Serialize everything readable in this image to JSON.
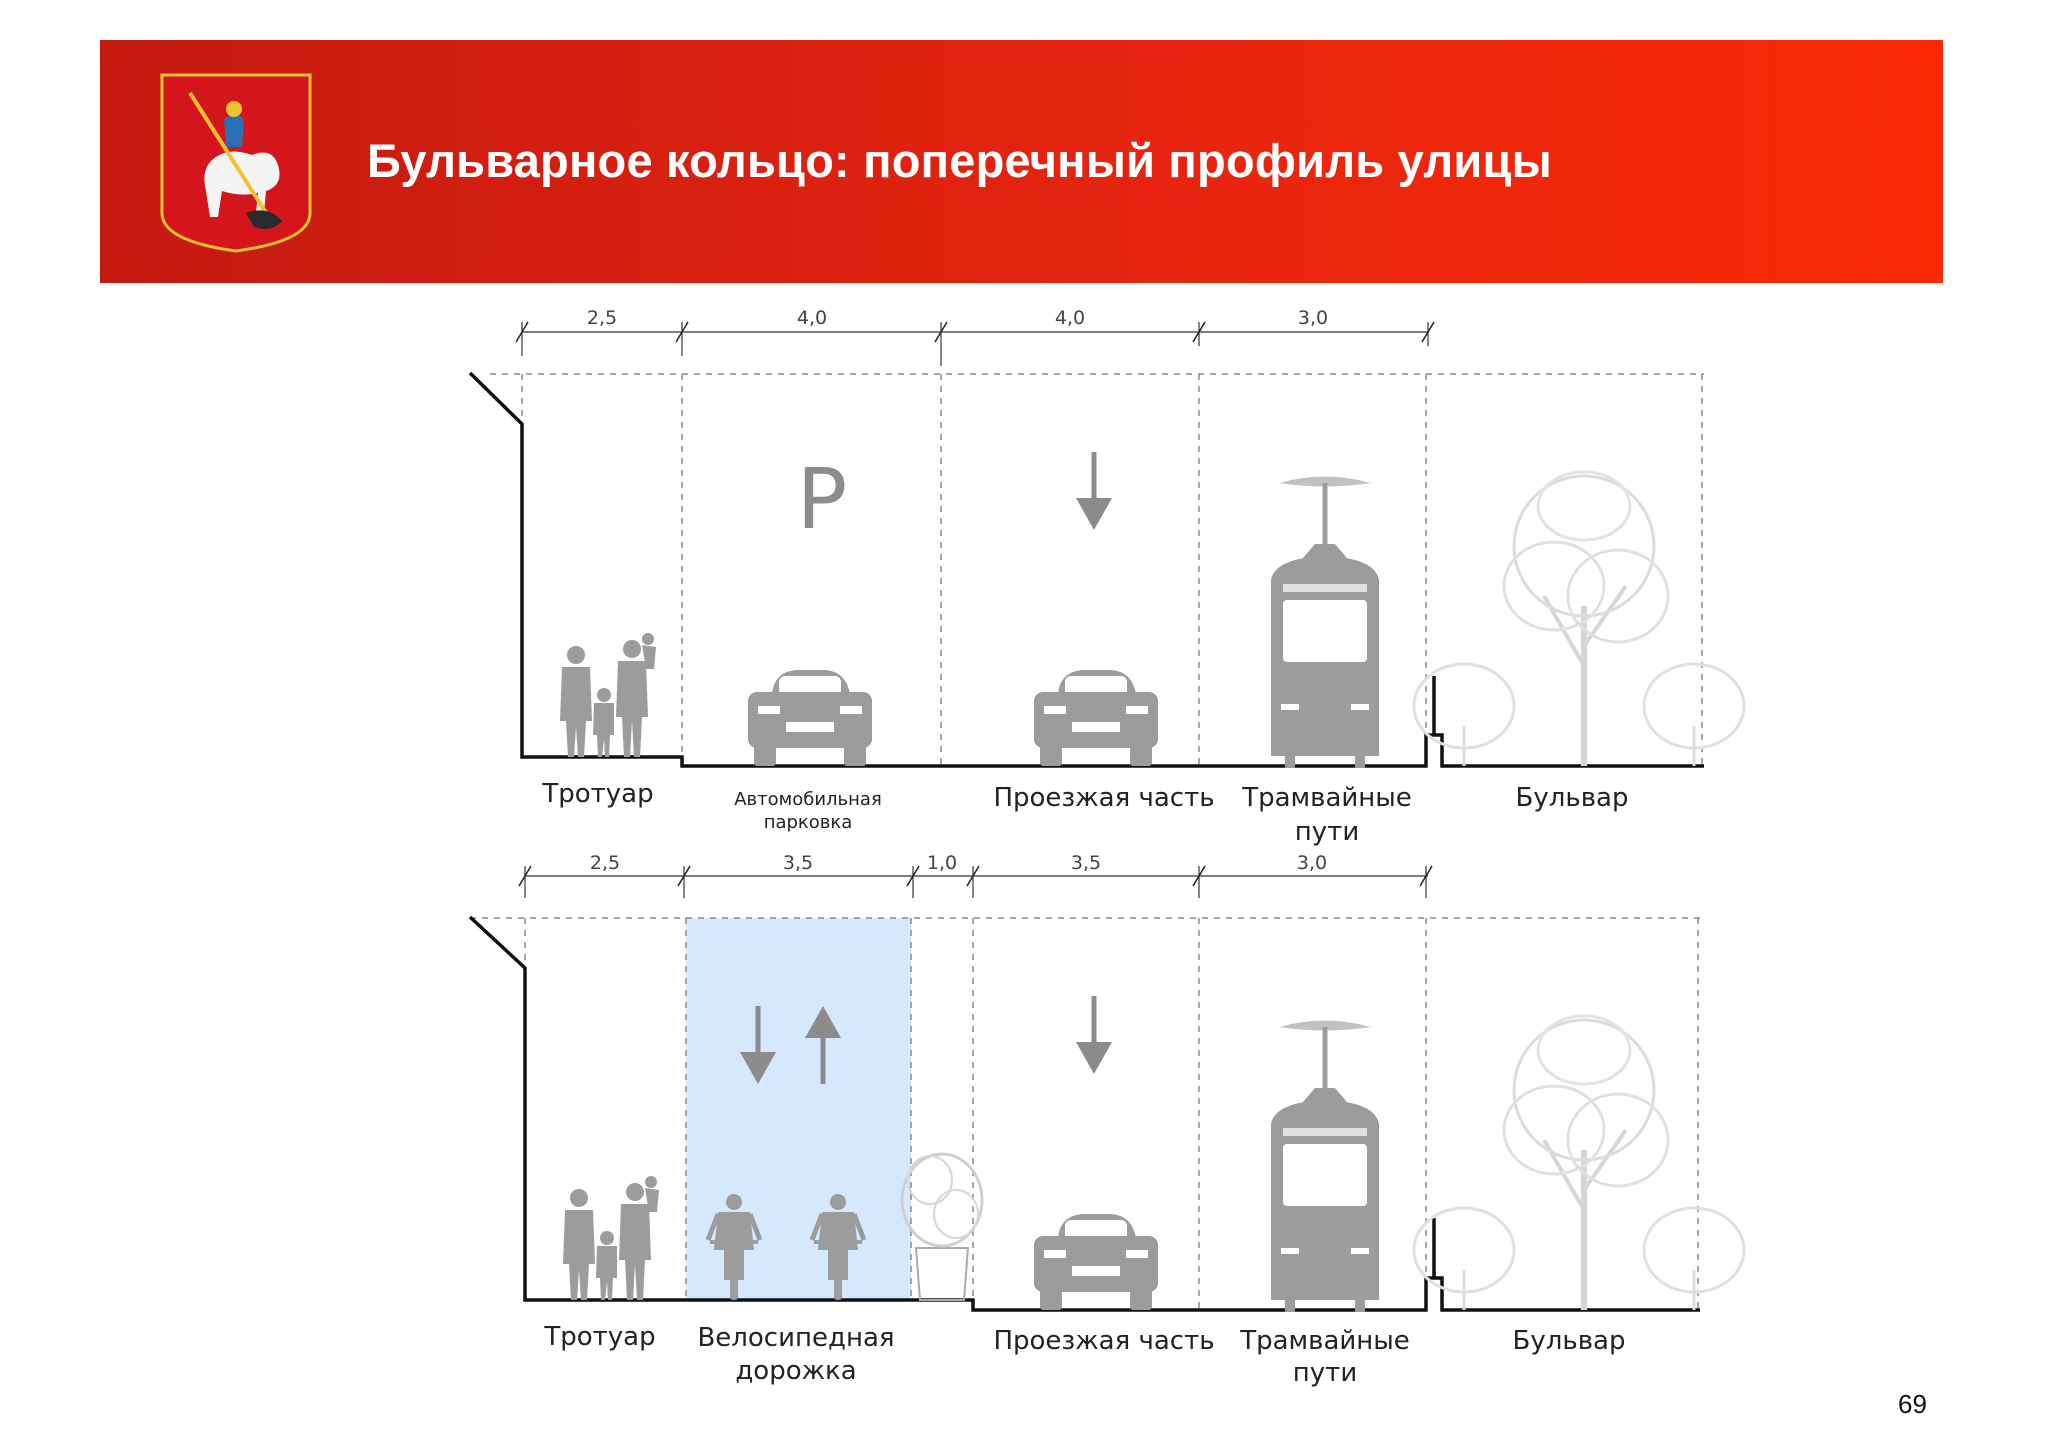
{
  "title": "Бульварное кольцо: поперечный профиль улицы",
  "page_number": "69",
  "colors": {
    "banner_start": "#c41a10",
    "banner_end": "#fb2a05",
    "bike_lane": "#d6e8fd",
    "silhouette": "#9a9a9a",
    "tree": "#d8d8d8"
  },
  "profile_before": {
    "dimensions": [
      "2,5",
      "4,0",
      "4,0",
      "3,0"
    ],
    "labels": {
      "sidewalk": "Тротуар",
      "parking_line1": "Автомобильная",
      "parking_line2": "парковка",
      "roadway": "Проезжая часть",
      "tram_line1": "Трамвайные",
      "tram_line2": "пути",
      "boulevard": "Бульвар"
    },
    "parking_sign": "P"
  },
  "profile_after": {
    "dimensions": [
      "2,5",
      "3,5",
      "1,0",
      "3,5",
      "3,0"
    ],
    "labels": {
      "sidewalk": "Тротуар",
      "bike_line1": "Велосипедная",
      "bike_line2": "дорожка",
      "roadway": "Проезжая часть",
      "tram_line1": "Трамвайные",
      "tram_line2": "пути",
      "boulevard": "Бульвар"
    }
  }
}
